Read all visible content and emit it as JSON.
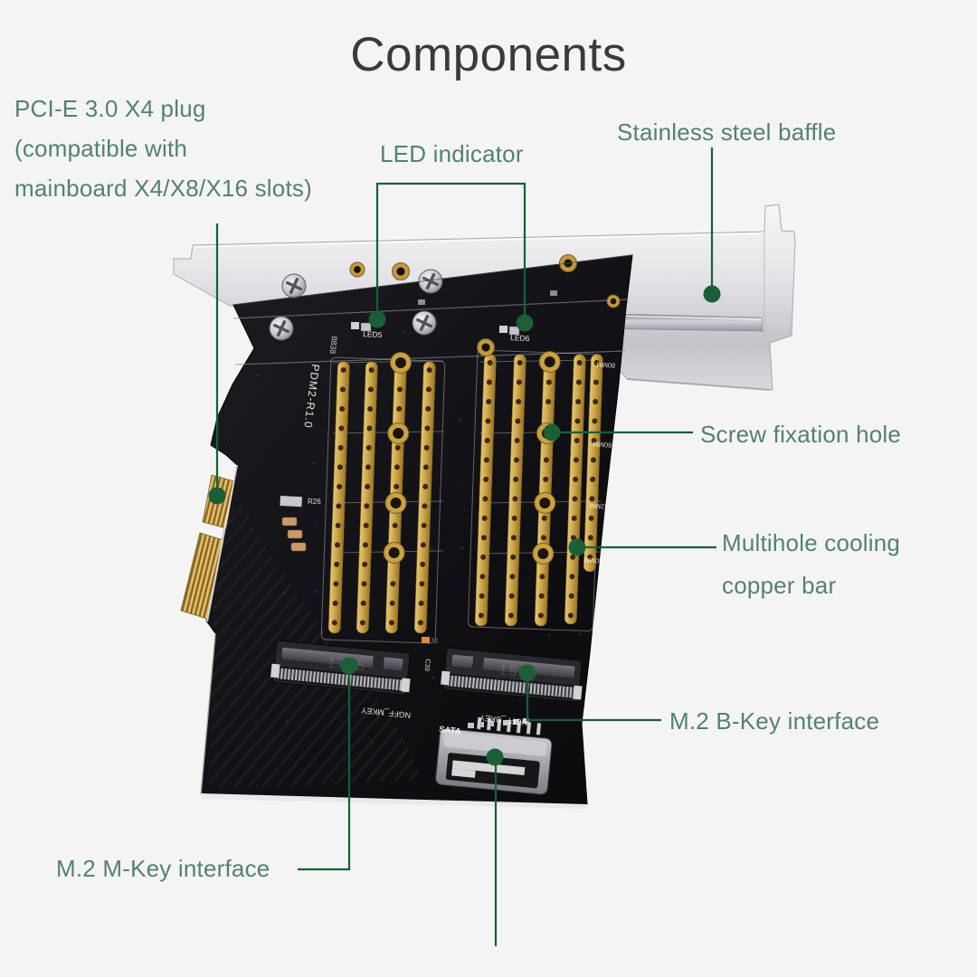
{
  "title": "Components",
  "callouts": {
    "pcie": {
      "text": "PCI-E 3.0 X4 plug\n(compatible with\nmainboard X4/X8/X16 slots)"
    },
    "led": {
      "text": "LED indicator"
    },
    "baffle": {
      "text": "Stainless steel baffle"
    },
    "screw_hole": {
      "text": "Screw fixation hole"
    },
    "copper_bar": {
      "text": "Multihole cooling\ncopper bar"
    },
    "bkey": {
      "text": "M.2 B-Key interface"
    },
    "mkey": {
      "text": "M.2 M-Key interface"
    }
  },
  "board_markings": {
    "model": "PDM2-R1.0",
    "date_code": "8838",
    "led5": "LED5",
    "led6": "LED6",
    "r26": "R26",
    "c39": "C39",
    "mkey_silk": "NGFF_MKEY",
    "bkey_silk": "NGFF_BKEY",
    "sata_silk": "SATA",
    "mold_mkey": "1705",
    "mold_bkey": "1830",
    "len80": "80MM",
    "len60": "60MM",
    "len42": "42MM",
    "len30": "30MM"
  },
  "colors": {
    "background": "#f4f4f5",
    "title": "#3a3a3c",
    "label_text": "#54826a",
    "leader_line": "#1b5e37",
    "pcb": "#121216",
    "gold": "#c9a245",
    "steel": "#dcdce0"
  }
}
